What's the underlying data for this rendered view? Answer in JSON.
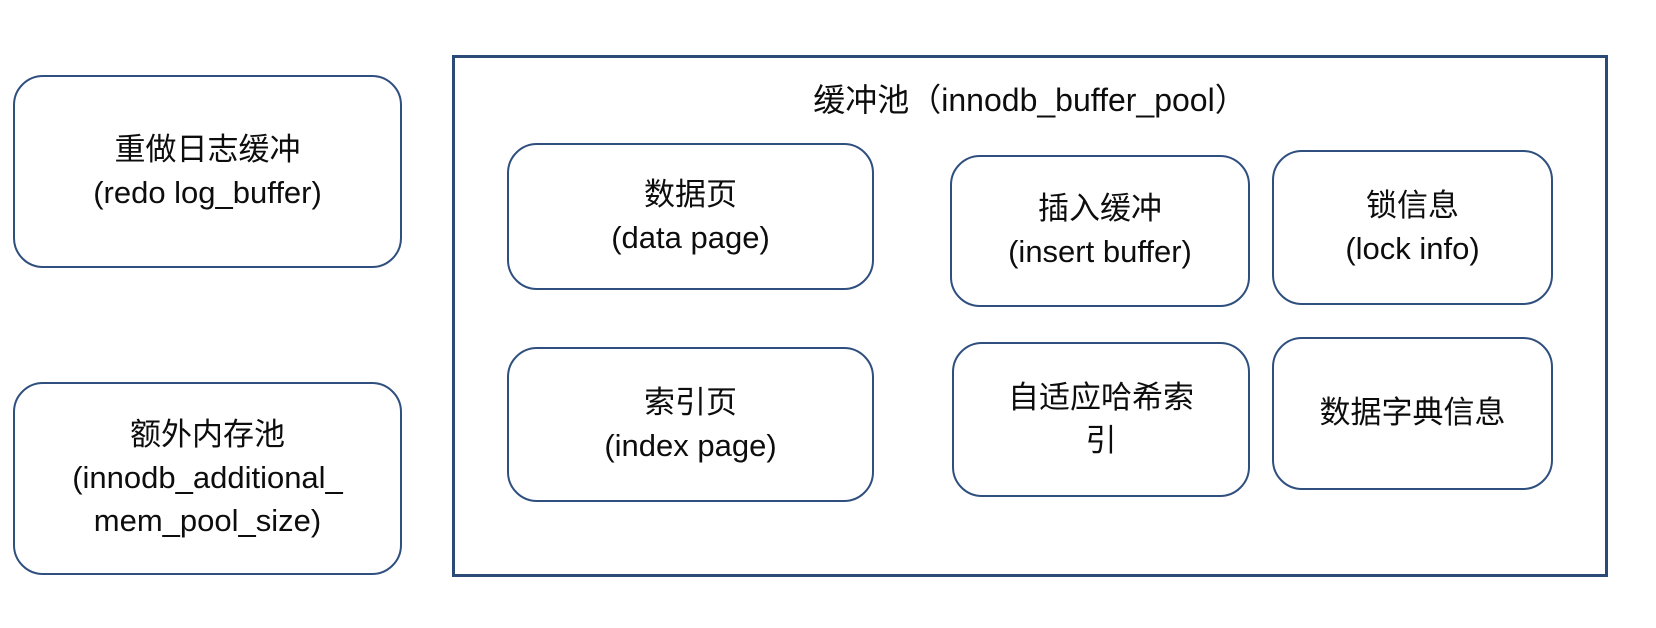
{
  "diagram": {
    "colors": {
      "node_border": "#2f4f7e",
      "container_border": "#2c4a77",
      "text": "#0d0d0d",
      "background": "#ffffff"
    },
    "left_column": {
      "redo_log_buffer": {
        "label": "重做日志缓冲\n(redo log_buffer)"
      },
      "additional_mem_pool": {
        "label": "额外内存池\n(innodb_additional_\nmem_pool_size)"
      }
    },
    "buffer_pool": {
      "title": "缓冲池（innodb_buffer_pool）",
      "cells": {
        "data_page": {
          "label": "数据页\n(data page)"
        },
        "insert_buffer": {
          "label": "插入缓冲\n(insert buffer)"
        },
        "lock_info": {
          "label": "锁信息\n(lock info)"
        },
        "index_page": {
          "label": "索引页\n(index page)"
        },
        "adaptive_hash_index": {
          "label": "自适应哈希索\n引"
        },
        "data_dictionary_info": {
          "label": "数据字典信息"
        }
      }
    }
  }
}
